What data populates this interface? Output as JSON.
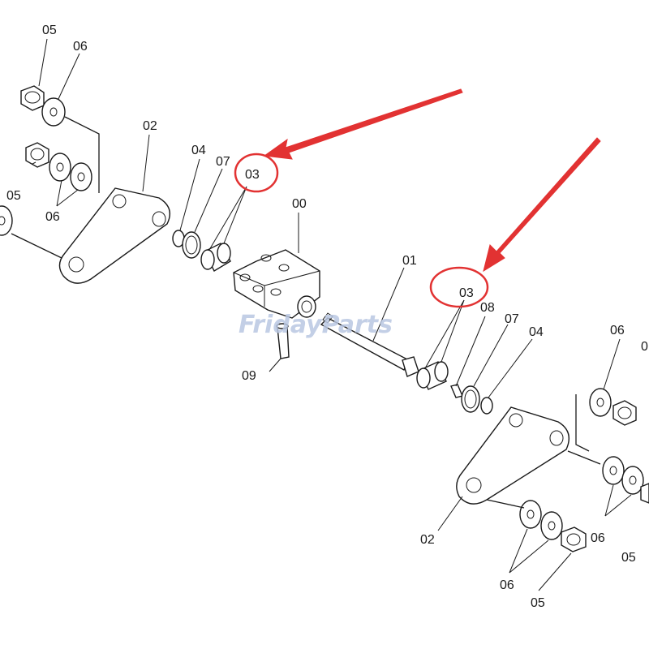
{
  "watermark": {
    "text": "FridayParts",
    "color": "#b9c7e2"
  },
  "highlight_color": "#e23232",
  "labels": {
    "left_05_top": "05",
    "left_06_top": "06",
    "left_02": "02",
    "left_05_mid": "05",
    "left_06_mid": "06",
    "left_04": "04",
    "left_07": "07",
    "left_03": "03",
    "center_00": "00",
    "center_01": "01",
    "center_09": "09",
    "right_03": "03",
    "right_08": "08",
    "right_07": "07",
    "right_04": "04",
    "right_06_top": "06",
    "right_0x_edge": "0",
    "right_02": "02",
    "right_06_mid": "06",
    "right_05_edge": "05",
    "right_06_bottom": "06",
    "right_05_bottom": "05"
  }
}
